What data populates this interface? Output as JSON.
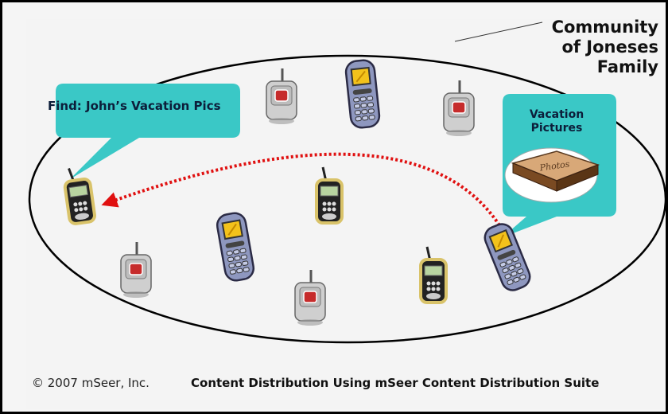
{
  "title": [
    "Community",
    "of Joneses",
    "Family"
  ],
  "find_bubble": {
    "text": "Find: John’s Vacation Pics"
  },
  "vacation_bubble": {
    "text": [
      "Vacation",
      "Pictures"
    ],
    "album_label": "Photos"
  },
  "footer": {
    "copyright": "© 2007 mSeer, Inc.",
    "caption": "Content Distribution Using mSeer Content Distribution Suite"
  },
  "colors": {
    "bubble": "#3ac8c6",
    "arrow": "#e01010",
    "phone_body": "#8e97bf",
    "flip_phone": "#c9c9c9",
    "screen": "#f3c21b"
  },
  "devices": [
    "flip-phone",
    "candybar-phone",
    "flip-phone",
    "bar-phone",
    "bar-phone",
    "candybar-phone",
    "flip-phone",
    "flip-phone",
    "bar-phone",
    "candybar-phone"
  ]
}
